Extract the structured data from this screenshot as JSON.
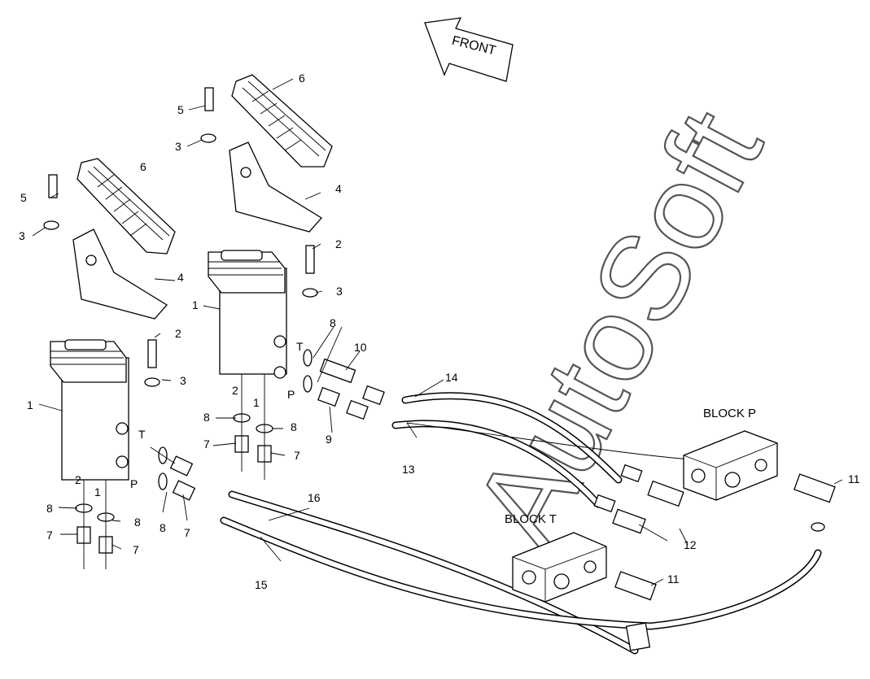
{
  "direction": {
    "label": "FRONT",
    "icon": "arrow-left-icon"
  },
  "blocks": {
    "p": "BLOCK P",
    "t": "BLOCK T"
  },
  "ports": {
    "t": "T",
    "p": "P"
  },
  "callouts": {
    "n1": "1",
    "n2": "2",
    "n3": "3",
    "n4": "4",
    "n5": "5",
    "n6": "6",
    "n7": "7",
    "n8": "8",
    "n9": "9",
    "n10": "10",
    "n11": "11",
    "n12": "12",
    "n13": "13",
    "n14": "14",
    "n15": "15",
    "n16": "16"
  },
  "watermark": "AutoSoft"
}
